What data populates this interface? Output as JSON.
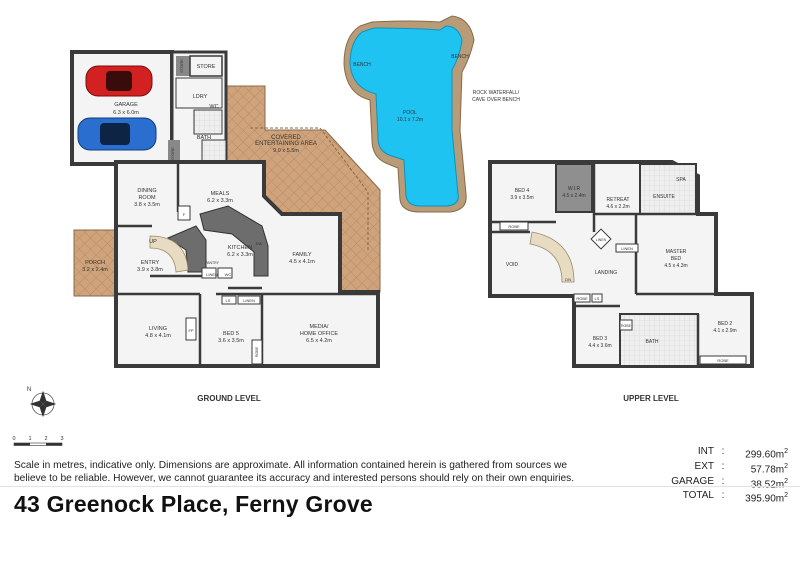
{
  "address": "43 Greenock Place, Ferny Grove",
  "disclaimer": "Scale in metres, indicative only. Dimensions are approximate. All information contained herein is gathered from sources we believe to be reliable. However, we cannot guarantee its accuracy and interested persons should rely on their own enquiries.",
  "levels": {
    "ground": "GROUND LEVEL",
    "upper": "UPPER LEVEL"
  },
  "areas": [
    {
      "key": "INT",
      "value": "299.60m",
      "sup": "2"
    },
    {
      "key": "EXT",
      "value": "57.78m",
      "sup": "2"
    },
    {
      "key": "GARAGE",
      "value": "38.52m",
      "sup": "2"
    },
    {
      "key": "TOTAL",
      "value": "395.90m",
      "sup": "2"
    }
  ],
  "compass": {
    "north": "N"
  },
  "scale_bar": {
    "ticks": [
      "0",
      "1",
      "2",
      "3"
    ]
  },
  "colors": {
    "wall": "#3a3a3a",
    "floor": "#f4f4f4",
    "pool": "#1ec3f2",
    "deck": "#c9a17a",
    "rock": "#b89c78",
    "grass": "#7fbf60"
  },
  "ground": {
    "garage": {
      "name": "GARAGE",
      "dim": "6.3 x 6.0m"
    },
    "store1": "STORE",
    "store2": "STORE",
    "store3": "STORE",
    "ldry": "LDRY",
    "wc1": "WC",
    "bath1": "BATH",
    "covered": {
      "name": "COVERED",
      "name2": "ENTERTAINING AREA",
      "dim": "9.0 x 5.5m"
    },
    "dining": {
      "name": "DINING",
      "name2": "ROOM",
      "dim": "3.8 x 3.5m"
    },
    "meals": {
      "name": "MEALS",
      "dim": "6.2 x 3.3m"
    },
    "kitchen": {
      "name": "KITCHEN",
      "dim": "6.2 x 3.3m"
    },
    "pantry": "PANTRY",
    "dw": "DW",
    "fridge": "F",
    "up": "UP",
    "entry": {
      "name": "ENTRY",
      "dim": "3.9 x 3.8m"
    },
    "porch": {
      "name": "PORCH",
      "dim": "3.2 x 2.4m"
    },
    "family": {
      "name": "FAMILY",
      "dim": "4.5 x 4.1m"
    },
    "linen1": "LINEN",
    "wc2": "WC",
    "ls": "LS",
    "linen2": "LINEN",
    "living": {
      "name": "LIVING",
      "dim": "4.8 x 4.1m"
    },
    "fp": "FP",
    "bed5": {
      "name": "BED 5",
      "dim": "3.6 x 3.5m"
    },
    "media": {
      "name": "MEDIA/",
      "name2": "HOME OFFICE",
      "dim": "6.5 x 4.2m"
    },
    "robe": "ROBE"
  },
  "pool": {
    "name": "POOL",
    "dim": "10.1 x 7.2m",
    "bench1": "BENCH",
    "bench2": "BENCH",
    "waterfall": "ROCK WATERFALL/",
    "waterfall2": "CAVE OVER BENCH"
  },
  "upper": {
    "bed4": {
      "name": "BED 4",
      "dim": "3.9 x 3.5m"
    },
    "wir": {
      "name": "W.I.R",
      "dim": "4.5 x 2.4m"
    },
    "retreat": {
      "name": "RETREAT",
      "dim": "4.6 x 2.2m"
    },
    "spa": "SPA",
    "ensuite": "ENSUITE",
    "robe1": "ROBE",
    "linen1": "LINEN",
    "linen2": "LINEN",
    "void": "VOID",
    "landing": "LANDING",
    "dn": "DN",
    "master": {
      "name": "MASTER",
      "name2": "BED",
      "dim": "4.5 x 4.3m"
    },
    "robe2": "ROBE",
    "ls": "LS",
    "bed3": {
      "name": "BED 3",
      "dim": "4.4 x 3.6m"
    },
    "robe3": "ROBE",
    "bath": "BATH",
    "bed2": {
      "name": "BED 2",
      "dim": "4.1 x 2.9m"
    },
    "robe4": "ROBE"
  }
}
